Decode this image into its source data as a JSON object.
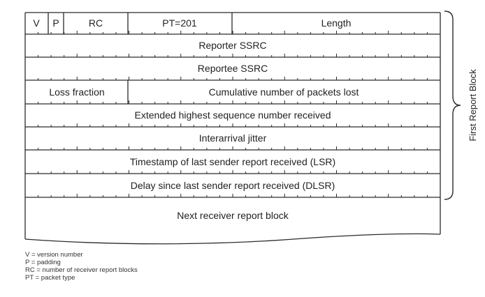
{
  "header": {
    "version_label": "V",
    "padding_label": "P",
    "rc_label": "RC",
    "pt_label": "PT=201",
    "length_label": "Length"
  },
  "rows": {
    "reporter_ssrc": "Reporter SSRC",
    "reportee_ssrc": "Reportee SSRC",
    "loss_fraction": "Loss fraction",
    "cumulative_lost": "Cumulative number of packets lost",
    "extended_highest_seq": "Extended highest sequence number received",
    "interarrival_jitter": "Interarrival jitter",
    "lsr": "Timestamp of last sender report received (LSR)",
    "dlsr": "Delay since last sender report received (DLSR)",
    "next_block": "Next receiver report block"
  },
  "brace_label": "First Report Block",
  "legend": [
    "V = version number",
    "P = padding",
    "RC = number of receiver report blocks",
    "PT = packet type"
  ]
}
